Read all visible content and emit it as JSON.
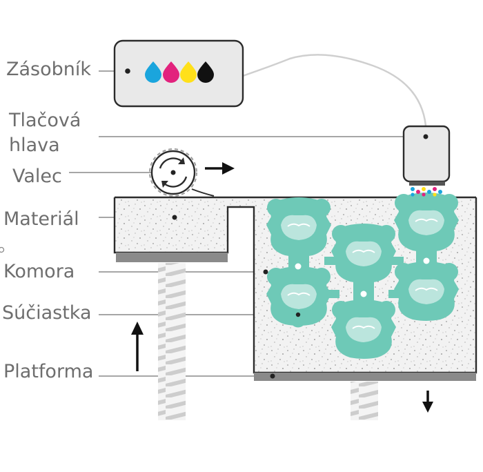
{
  "labels": {
    "reservoir": "Zásobník",
    "printhead_line1": "Tlačová",
    "printhead_line2": "hlava",
    "roller": "Valec",
    "material": "Materiál",
    "chamber": "Komora",
    "part": "Súčiastka",
    "platform": "Platforma"
  },
  "ink_colors": {
    "cyan": "#1aa5dd",
    "magenta": "#e2227d",
    "yellow": "#ffe01a",
    "black": "#111111"
  },
  "colors": {
    "part_fill": "#6ec9b7",
    "powder_bg": "#f1f1f1",
    "label_text": "#6e6e6e",
    "leader_line": "#888888"
  }
}
